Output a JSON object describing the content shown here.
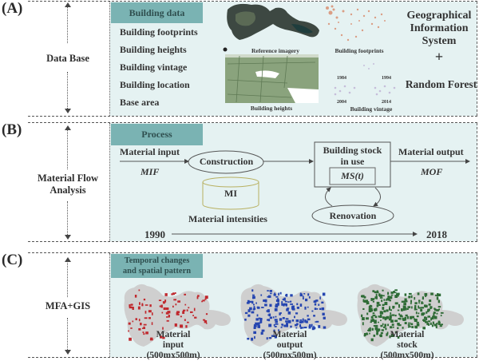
{
  "panels": {
    "a": {
      "letter": "(A)",
      "side_label": "Data Base",
      "header": "Building data",
      "items": [
        "Building footprints",
        "Building heights",
        "Building vintage",
        "Building location",
        "Base area"
      ],
      "images": {
        "reference_imagery": "Reference imagery",
        "building_footprints": "Building footprints",
        "building_heights": "Building heights",
        "building_vintage": "Building vintage",
        "vintage_years": [
          "1984",
          "1994",
          "2004",
          "2014"
        ]
      },
      "methods": {
        "gis_line1": "Geographical",
        "gis_line2": "Information",
        "gis_line3": "System",
        "plus": "+",
        "rf": "Random Forest"
      }
    },
    "b": {
      "letter": "(B)",
      "side_label_line1": "Material Flow",
      "side_label_line2": "Analysis",
      "header": "Process",
      "material_input": "Material input",
      "mif": "MIF",
      "construction": "Construction",
      "stock_line1": "Building stock",
      "stock_line2": "in use",
      "ms": "MS(t)",
      "material_output": "Material output",
      "mof": "MOF",
      "mi": "MI",
      "material_intensities": "Material intensities",
      "renovation": "Renovation",
      "start_year": "1990",
      "end_year": "2018"
    },
    "c": {
      "letter": "(C)",
      "side_label": "MFA+GIS",
      "header_line1": "Temporal changes",
      "header_line2": "and spatial pattern",
      "maps": [
        {
          "line1": "Material",
          "line2": "input",
          "line3": "(500mx500m)",
          "color": "#c0282d"
        },
        {
          "line1": "Material",
          "line2": "output",
          "line3": "(500mx500m)",
          "color": "#2545b0"
        },
        {
          "line1": "Material",
          "line2": "stock",
          "line3": "(500mx500m)",
          "color": "#2e6b35"
        }
      ]
    }
  },
  "colors": {
    "panel_bg": "#e5f2f2",
    "header_teal": "#7ab3b3",
    "map_grey": "#cfcfcf",
    "cylinder_outline": "#b8b060"
  }
}
